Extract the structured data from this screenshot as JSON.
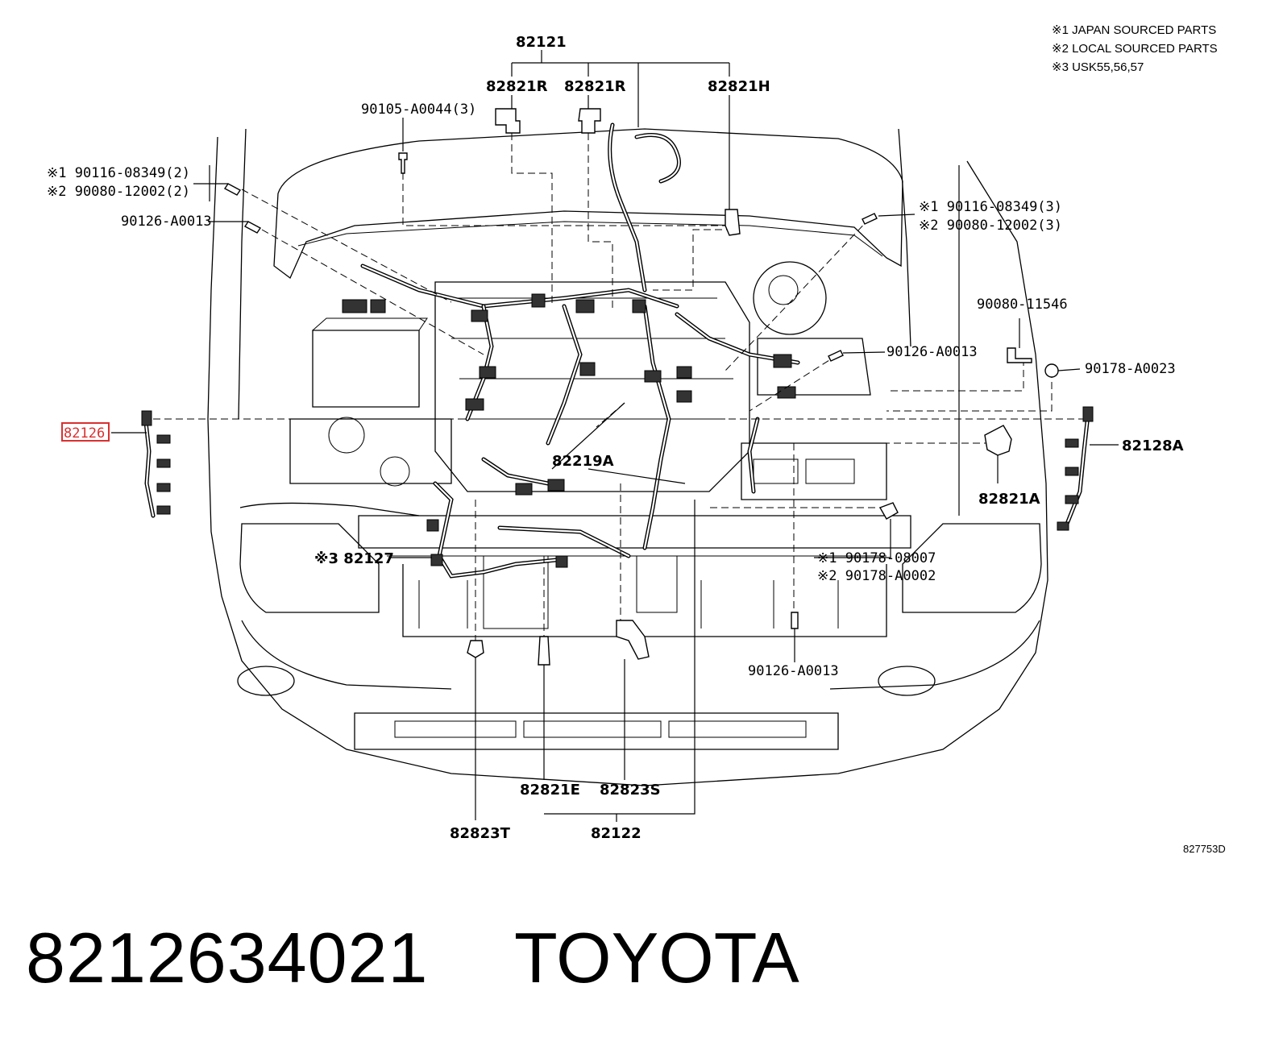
{
  "notes": [
    "※1 JAPAN SOURCED PARTS",
    "※2 LOCAL SOURCED PARTS",
    "※3 USK55,56,57"
  ],
  "labels": {
    "p82121": "82121",
    "p82821R_a": "82821R",
    "p82821R_b": "82821R",
    "p82821H": "82821H",
    "p90105": "90105-A0044(3)",
    "p90116_l": "※1 90116-08349(2)",
    "p90080_l": "※2 90080-12002(2)",
    "p90126_tl": "90126-A0013",
    "p90116_r": "※1 90116-08349(3)",
    "p90080_r": "※2 90080-12002(3)",
    "p90080_11546": "90080-11546",
    "p90126_r": "90126-A0013",
    "p90178_A0023": "90178-A0023",
    "p82126": "82126",
    "p82128A": "82128A",
    "p82219A": "82219A",
    "p82821A": "82821A",
    "p82127": "※3 82127",
    "p90178_08007": "※1 90178-08007",
    "p90178_A0002": "※2 90178-A0002",
    "p90126_b": "90126-A0013",
    "p82821E": "82821E",
    "p82823S": "82823S",
    "p82823T": "82823T",
    "p82122": "82122"
  },
  "illustration_code": "827753D",
  "footer": {
    "part_number": "8212634021",
    "brand": "TOYOTA"
  },
  "highlight_color": "#d93030"
}
